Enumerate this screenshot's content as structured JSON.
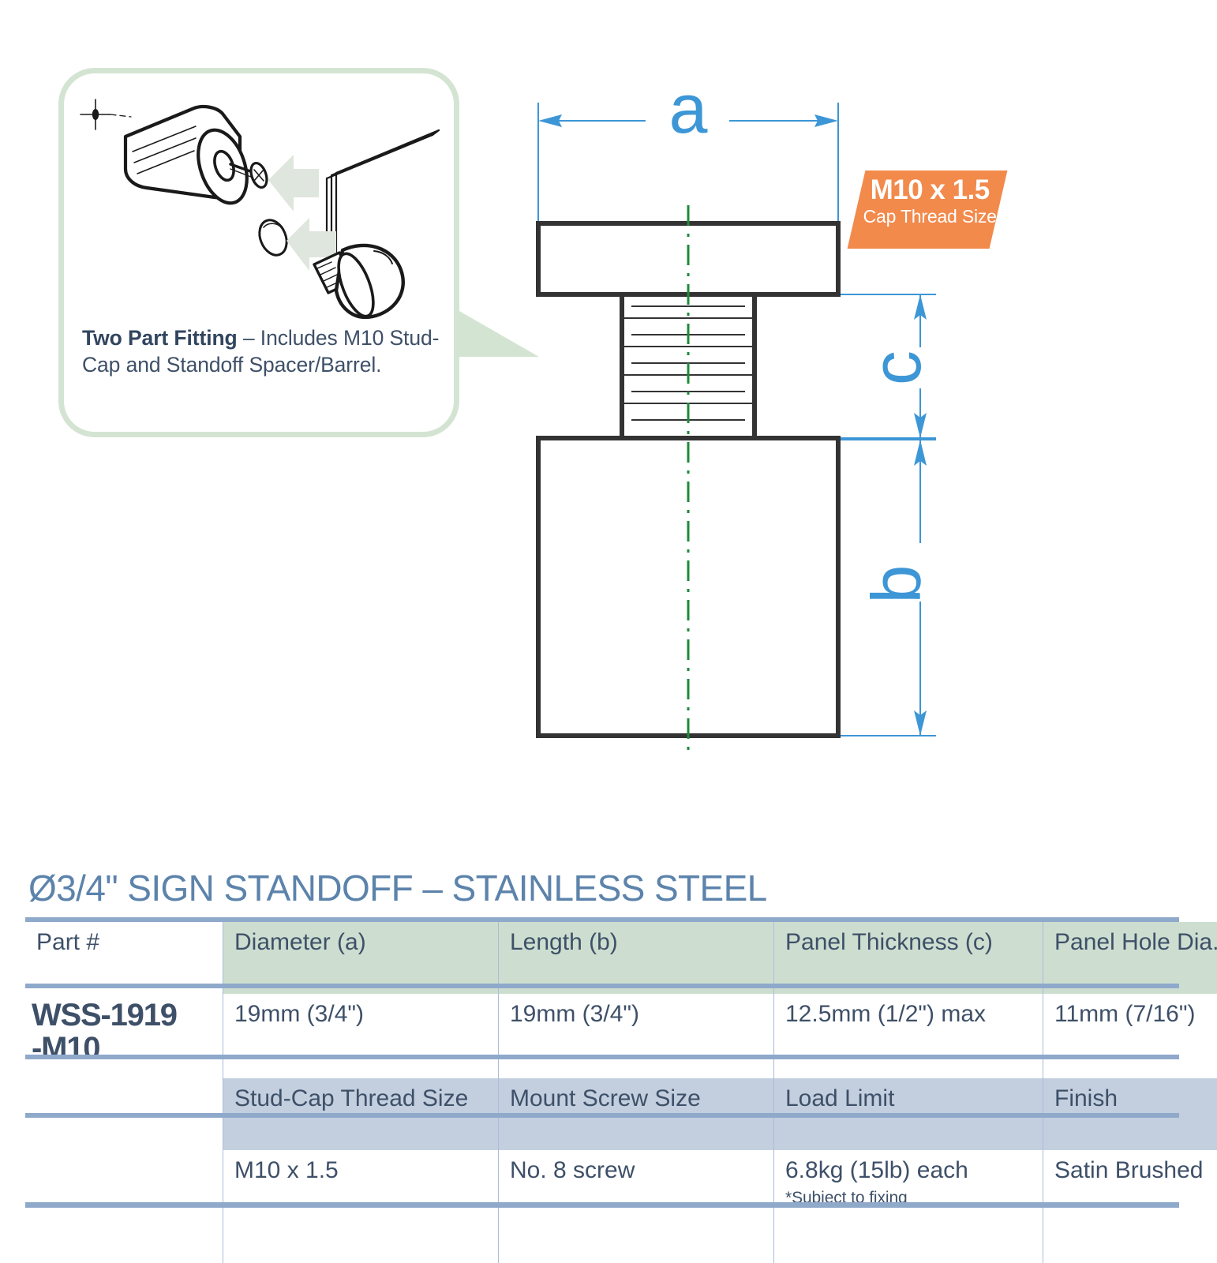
{
  "callout": {
    "text_bold": "Two Part Fitting",
    "text_rest": " – Includes M10 Stud-Cap and Standoff Spacer/Barrel.",
    "icons": {
      "barrel": "standoff-barrel-isometric",
      "screw": "phillips-screw-icon",
      "panel": "glass-panel-icon",
      "stud_cap": "stud-cap-isometric",
      "spacer_disc": "spacer-disc-icon",
      "arrow": "assembly-arrow-icon"
    }
  },
  "badge": {
    "title": "M10 x 1.5",
    "subtitle": "Cap Thread Size",
    "color": "#f28a4c"
  },
  "drawing": {
    "dim_a": "a",
    "dim_b": "b",
    "dim_c": "c",
    "dimension_color": "#3d96d6",
    "outline_color": "#333333",
    "centerline_color": "#1e8a3c",
    "parts": {
      "cap": "stud-cap-head",
      "thread": "threaded-stud",
      "barrel": "standoff-barrel"
    }
  },
  "spec": {
    "title": "Ø3/4\" SIGN STANDOFF – STAINLESS STEEL",
    "title_color": "#5c83ab",
    "part_number": "WSS-1919\n-M10",
    "part_label": "Part #",
    "header_row_1": [
      "Diameter (a)",
      "Length (b)",
      "Panel Thickness (c)",
      "Panel Hole Dia."
    ],
    "value_row_1": [
      "19mm (3/4\")",
      "19mm (3/4\")",
      "12.5mm (1/2\") max",
      "11mm (7/16\")"
    ],
    "header_row_2": [
      "Stud-Cap Thread Size",
      "Mount Screw Size",
      "Load Limit",
      "Finish"
    ],
    "value_row_2": [
      "M10 x 1.5",
      "No. 8 screw",
      "6.8kg (15lb) each",
      "Satin Brushed"
    ],
    "load_limit_note": "*Subject to fixing",
    "header_green": "#cdded0",
    "header_blue": "#c3cfdf",
    "rule_color": "#8fa9cb"
  }
}
